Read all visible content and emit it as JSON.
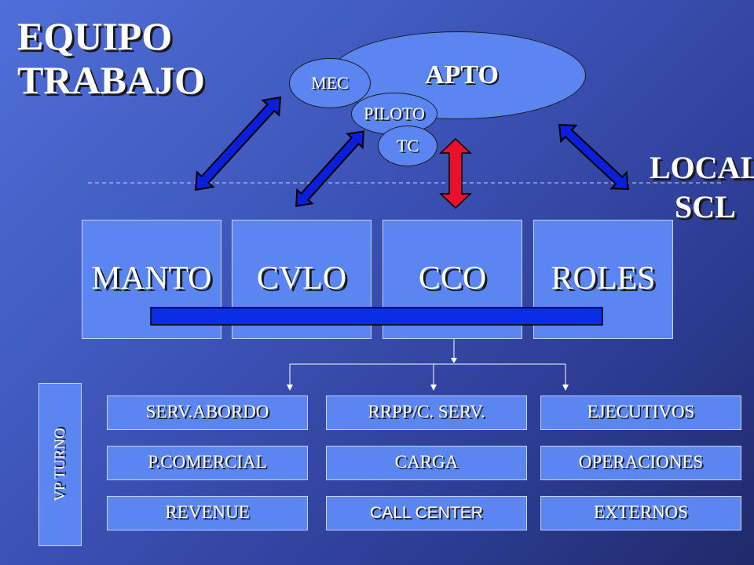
{
  "title": {
    "line1": "EQUIPO",
    "line2": "TRABAJO"
  },
  "ellipses": {
    "apto": "APTO",
    "mec": "MEC",
    "piloto": "PILOTO",
    "tc": "TC"
  },
  "side_labels": {
    "local": "LOCAL",
    "scl": "SCL"
  },
  "departments": [
    "MANTO",
    "CVLO",
    "CCO",
    "ROLES"
  ],
  "vp_turno": "VP TURNO",
  "areas": [
    [
      "SERV.ABORDO",
      "RRPP/C. SERV.",
      "EJECUTIVOS"
    ],
    [
      "P.COMERCIAL",
      "CARGA",
      "OPERACIONES"
    ],
    [
      "REVENUE",
      "CALL CENTER",
      "EXTERNOS"
    ]
  ],
  "colors": {
    "box_fill": "#5b86f2",
    "arrow_blue": "#0a1fd9",
    "arrow_red": "#e8102a",
    "connector_bar": "#0a2ee6"
  }
}
